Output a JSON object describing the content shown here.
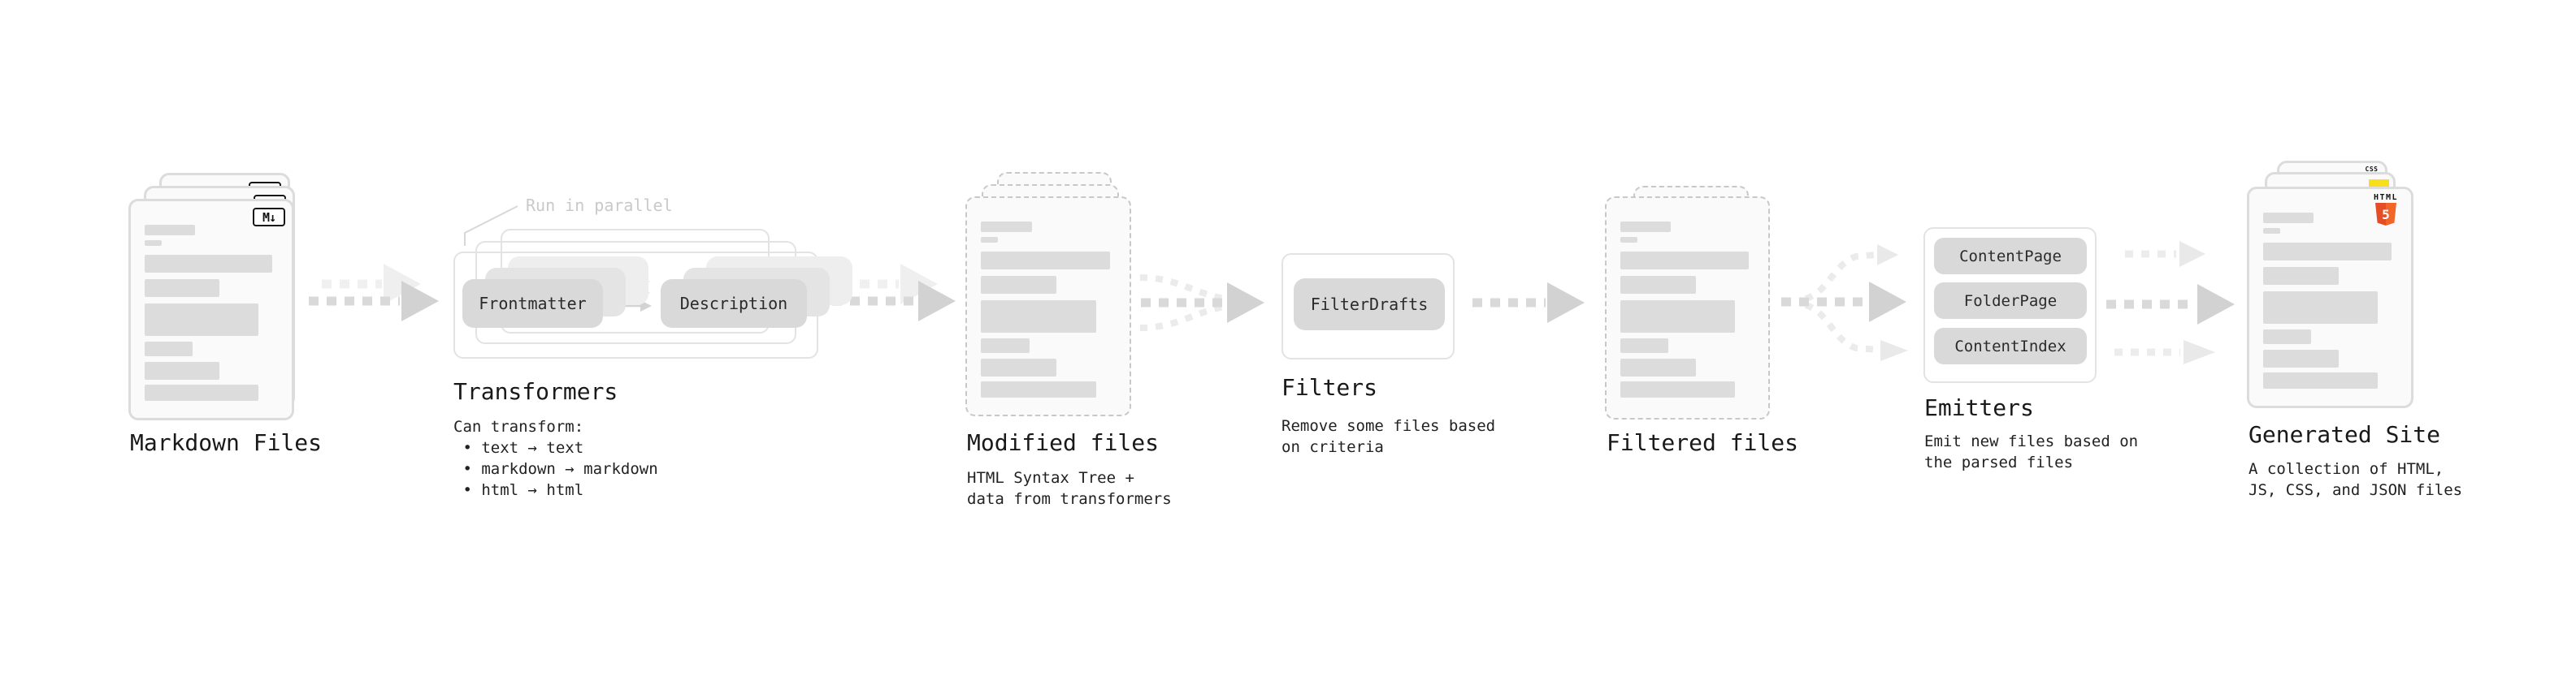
{
  "diagram": {
    "stages": [
      {
        "id": "markdown-files",
        "title": "Markdown Files"
      },
      {
        "id": "transformers",
        "title": "Transformers",
        "note": "Run in parallel",
        "pills": [
          "Frontmatter",
          "Description"
        ],
        "caption": "Can transform:\n • text → text\n • markdown → markdown\n • html → html"
      },
      {
        "id": "modified-files",
        "title": "Modified files",
        "caption": "HTML Syntax Tree +\ndata from transformers"
      },
      {
        "id": "filters",
        "title": "Filters",
        "pills": [
          "FilterDrafts"
        ],
        "caption": "Remove some files based\non criteria"
      },
      {
        "id": "filtered-files",
        "title": "Filtered files"
      },
      {
        "id": "emitters",
        "title": "Emitters",
        "pills": [
          "ContentPage",
          "FolderPage",
          "ContentIndex"
        ],
        "caption": "Emit new files based on\nthe parsed files"
      },
      {
        "id": "generated-site",
        "title": "Generated Site",
        "caption": "A collection of HTML,\nJS, CSS, and JSON files"
      }
    ],
    "badges": {
      "markdown": "M↓",
      "html5_label": "HTML",
      "html5_number": "5",
      "css_label": "CSS"
    },
    "colors": {
      "arrow_dark": "#d2d2d2",
      "arrow_light": "#efefef",
      "doc_bar": "#dcdcdc",
      "pill_bg": "#d9d9d9",
      "note_gray": "#c9c9c9",
      "html5_orange": "#e44d26",
      "js_yellow": "#f7df1e",
      "css_blue": "#2965f1"
    },
    "doc_bars": [
      {
        "w": 39,
        "h": 13,
        "mb": 6
      },
      {
        "w": 13,
        "h": 7,
        "mb": 11
      },
      {
        "w": 99,
        "h": 22,
        "mb": 8
      },
      {
        "w": 58,
        "h": 22,
        "mb": 8
      },
      {
        "w": 88,
        "h": 40,
        "mb": 7
      },
      {
        "w": 37,
        "h": 18,
        "mb": 7
      },
      {
        "w": 58,
        "h": 22,
        "mb": 6
      },
      {
        "w": 88,
        "h": 20,
        "mb": 0
      }
    ]
  }
}
